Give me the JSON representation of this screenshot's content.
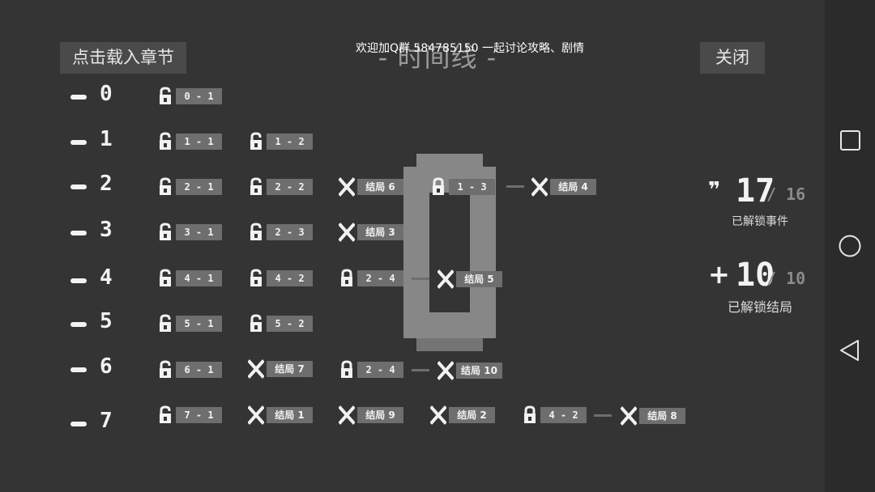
{
  "header": {
    "load_label": "点击载入章节",
    "close_label": "关闭",
    "title": "- 时间线 -",
    "notice": "欢迎加Q群  584785150  一起讨论攻略、剧情"
  },
  "rows": [
    {
      "num": "0",
      "nodes": [
        {
          "kind": "unlocked",
          "label": "0 - 1"
        }
      ]
    },
    {
      "num": "1",
      "nodes": [
        {
          "kind": "unlocked",
          "label": "1 - 1"
        },
        {
          "kind": "unlocked",
          "label": "1 - 2"
        }
      ]
    },
    {
      "num": "2",
      "nodes": [
        {
          "kind": "unlocked",
          "label": "2 - 1"
        },
        {
          "kind": "unlocked",
          "label": "2 - 2"
        },
        {
          "kind": "ending",
          "label": "结局 6"
        },
        {
          "kind": "locked",
          "label": "1 - 3"
        },
        {
          "kind": "ending",
          "label": "结局 4"
        }
      ]
    },
    {
      "num": "3",
      "nodes": [
        {
          "kind": "unlocked",
          "label": "3 - 1"
        },
        {
          "kind": "unlocked",
          "label": "2 - 3"
        },
        {
          "kind": "ending",
          "label": "结局 3"
        }
      ]
    },
    {
      "num": "4",
      "nodes": [
        {
          "kind": "unlocked",
          "label": "4 - 1"
        },
        {
          "kind": "unlocked",
          "label": "4 - 2"
        },
        {
          "kind": "locked",
          "label": "2 - 4"
        },
        {
          "kind": "ending",
          "label": "结局 5"
        }
      ]
    },
    {
      "num": "5",
      "nodes": [
        {
          "kind": "unlocked",
          "label": "5 - 1"
        },
        {
          "kind": "unlocked",
          "label": "5 - 2"
        }
      ]
    },
    {
      "num": "6",
      "nodes": [
        {
          "kind": "unlocked",
          "label": "6 - 1"
        },
        {
          "kind": "ending",
          "label": "结局 7"
        },
        {
          "kind": "locked",
          "label": "2 - 4"
        },
        {
          "kind": "ending",
          "label": "结局 10"
        }
      ]
    },
    {
      "num": "7",
      "nodes": [
        {
          "kind": "unlocked",
          "label": "7 - 1"
        },
        {
          "kind": "ending",
          "label": "结局 1"
        },
        {
          "kind": "ending",
          "label": "结局 9"
        },
        {
          "kind": "ending",
          "label": "结局 2"
        },
        {
          "kind": "locked",
          "label": "4 - 2"
        },
        {
          "kind": "ending",
          "label": "结局 8"
        }
      ]
    }
  ],
  "big_chapter_numeral": "0",
  "stats": {
    "events": {
      "unlocked": "17",
      "total": "/ 16",
      "caption": "已解锁事件",
      "symbol": "❞"
    },
    "endings": {
      "unlocked": "10",
      "total": "/ 10",
      "caption": "已解锁结局",
      "symbol": "+"
    }
  },
  "navbar": {
    "icons": [
      "square-icon",
      "circle-icon",
      "back-triangle-icon"
    ]
  },
  "colors": {
    "background": "#343434",
    "label_bg": "#6e6e6e",
    "text": "#f2f2f2",
    "muted": "#9a9a9a"
  }
}
